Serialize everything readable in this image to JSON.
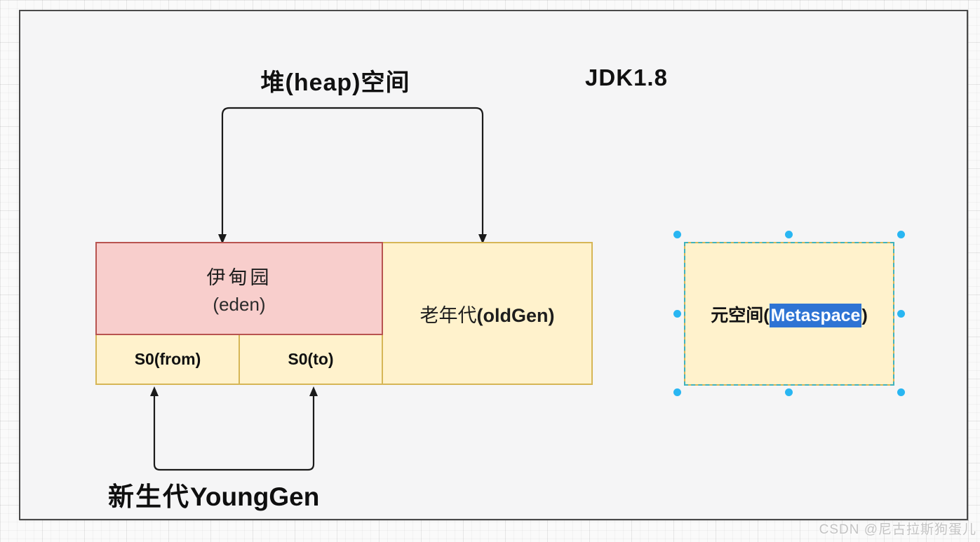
{
  "titles": {
    "heap_prefix": "堆",
    "heap_latin": "(heap)",
    "heap_suffix": "空间",
    "jdk_version": "JDK1.8"
  },
  "heap": {
    "eden": {
      "line1": "伊甸园",
      "line2": "(eden)"
    },
    "survivor_from": "S0(from)",
    "survivor_to": "S0(to)",
    "oldgen": {
      "cjk": "老年代",
      "latin": "(oldGen)"
    }
  },
  "metaspace": {
    "cjk": "元空间",
    "open_paren": "(",
    "selected_text": "Metaspace",
    "close_paren": ")"
  },
  "younggen": {
    "cjk": "新生代",
    "latin": "YoungGen"
  },
  "watermark": "CSDN @尼古拉斯狗蛋儿",
  "colors": {
    "eden_fill": "#f8cecc",
    "eden_border": "#b85450",
    "yellow_fill": "#fff2cc",
    "yellow_border": "#d6b656",
    "selection_dash": "#3fb2bd",
    "selection_handle": "#29b6f2",
    "text_highlight": "#2e74d4",
    "arrow": "#1a1a1a",
    "panel_bg": "#f5f5f6",
    "panel_border": "#4a4a4a"
  }
}
